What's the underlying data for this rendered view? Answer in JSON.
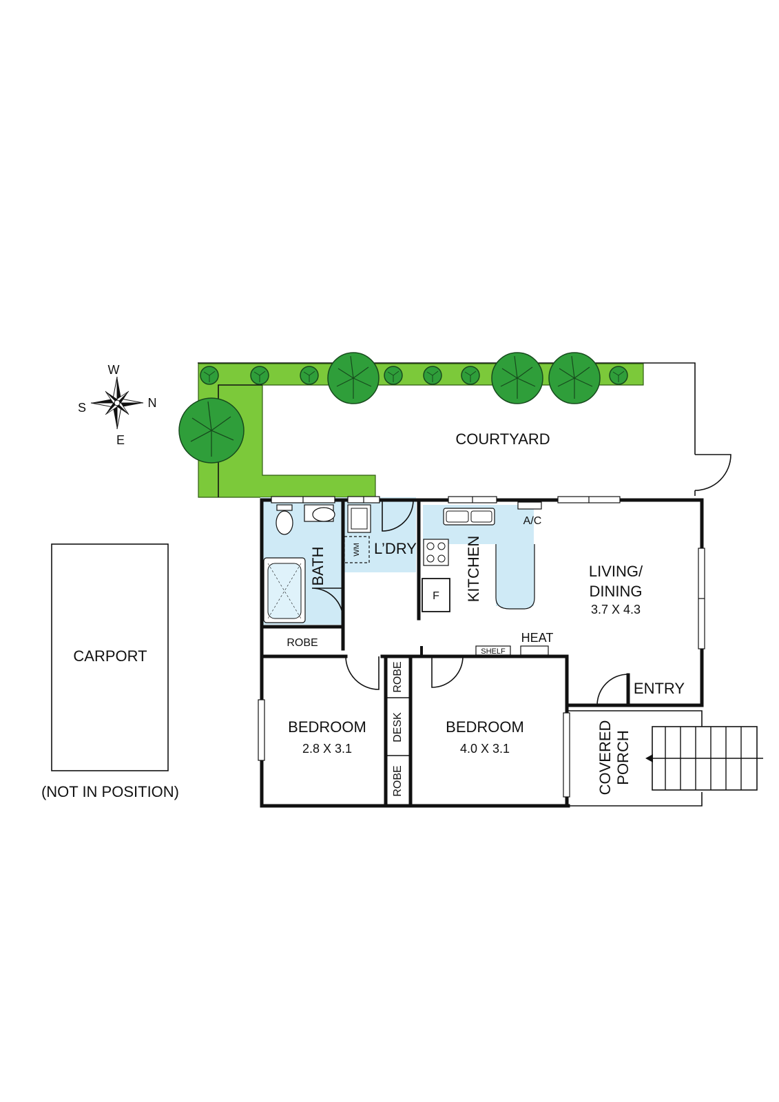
{
  "compass": {
    "w": "W",
    "n": "N",
    "s": "S",
    "e": "E"
  },
  "rooms": {
    "courtyard": "COURTYARD",
    "carport": "CARPORT",
    "carport_note": "(NOT IN POSITION)",
    "bath": "BATH",
    "laundry": "L’DRY",
    "washing_machine": "WM",
    "kitchen": "KITCHEN",
    "fridge": "F",
    "aircon": "A/C",
    "living_line1": "LIVING/",
    "living_line2": "DINING",
    "living_dims": "3.7 X 4.3",
    "heat": "HEAT",
    "shelf": "SHELF",
    "robe_main": "ROBE",
    "robe_upper": "ROBE",
    "robe_lower": "ROBE",
    "desk": "DESK",
    "bedroom1": "BEDROOM",
    "bedroom1_dims": "2.8 X 3.1",
    "bedroom2": "BEDROOM",
    "bedroom2_dims": "4.0 X 3.1",
    "entry": "ENTRY",
    "porch_line1": "COVERED",
    "porch_line2": "PORCH"
  },
  "colors": {
    "wet_area": "#cfeaf6",
    "hedge": "#7cc93a",
    "tree": "#2f9e3a",
    "wall": "#111111"
  }
}
